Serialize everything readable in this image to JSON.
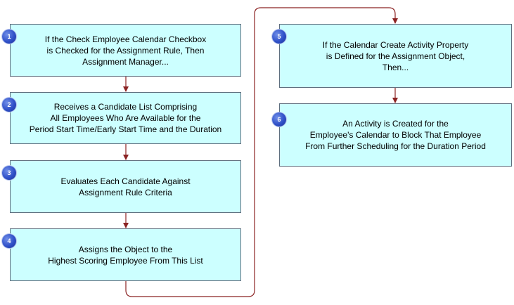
{
  "steps": [
    {
      "number": "1",
      "text": "If  the Check Employee Calendar Checkbox\nis Checked for the Assignment Rule, Then\nAssignment Manager..."
    },
    {
      "number": "2",
      "text": "Receives a Candidate List Comprising\nAll Employees Who Are Available for the\nPeriod Start Time/Early Start Time and the Duration"
    },
    {
      "number": "3",
      "text": "Evaluates Each Candidate Against\nAssignment Rule Criteria"
    },
    {
      "number": "4",
      "text": "Assigns the Object to the\nHighest Scoring Employee From This List"
    },
    {
      "number": "5",
      "text": "If the Calendar Create Activity Property\nis Defined for the Assignment Object,\nThen..."
    },
    {
      "number": "6",
      "text": "An Activity is Created for the\nEmployee's Calendar to Block That Employee\nFrom Further Scheduling for the Duration Period"
    }
  ],
  "colors": {
    "box_fill": "#ccffff",
    "box_border": "#5f6f7f",
    "connector": "#8b2323",
    "badge": "#3050c8"
  }
}
